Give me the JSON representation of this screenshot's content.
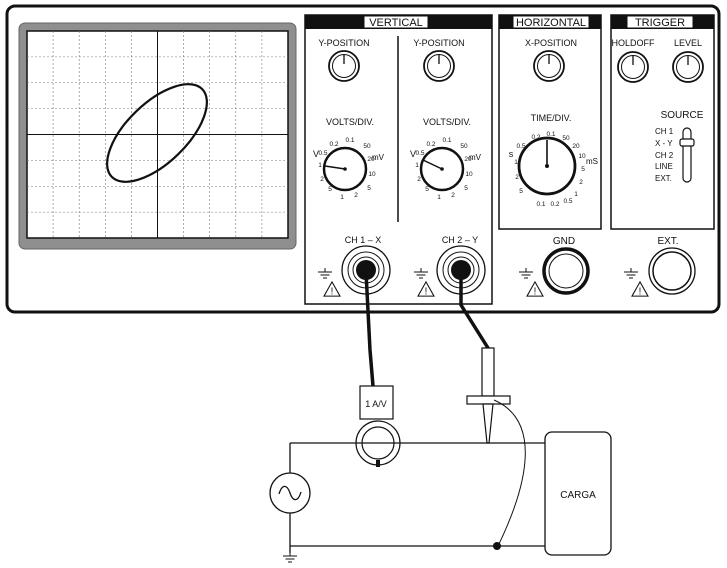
{
  "sections": {
    "vertical": "VERTICAL",
    "horizontal": "HORIZONTAL",
    "trigger": "TRIGGER"
  },
  "controls": {
    "y_position_1": "Y-POSITION",
    "y_position_2": "Y-POSITION",
    "x_position": "X-POSITION",
    "holdoff": "HOLDOFF",
    "level": "LEVEL",
    "volts_div_1": "VOLTS/DIV.",
    "volts_div_2": "VOLTS/DIV.",
    "time_div": "TIME/DIV.",
    "source": "SOURCE"
  },
  "volts_scale": {
    "left_marks": [
      "0.5",
      "1",
      "2",
      "5"
    ],
    "top_marks": [
      "0.2",
      "0.1"
    ],
    "right_marks": [
      "50",
      "20",
      "10",
      "5"
    ],
    "bottom_marks": [
      "2",
      "1"
    ],
    "unit_v": "V",
    "unit_mv": "mV"
  },
  "time_scale": {
    "left_marks": [
      "0.5",
      "1",
      "2",
      "5"
    ],
    "top_marks": [
      "0.2",
      "0.1"
    ],
    "right_marks": [
      "50",
      "20",
      "10",
      "5",
      "2",
      "1"
    ],
    "bottom_marks": [
      "0.1",
      "0.2",
      "0.5"
    ],
    "unit_s": "s",
    "unit_ms": "mS"
  },
  "source_options": [
    "CH 1",
    "X - Y",
    "CH 2",
    "LINE",
    "EXT."
  ],
  "inputs": {
    "ch1": "CH 1 – X",
    "ch2": "CH 2 – Y",
    "gnd": "GND",
    "ext": "EXT."
  },
  "circuit": {
    "current_probe": "1 A/V",
    "load": "CARGA"
  }
}
